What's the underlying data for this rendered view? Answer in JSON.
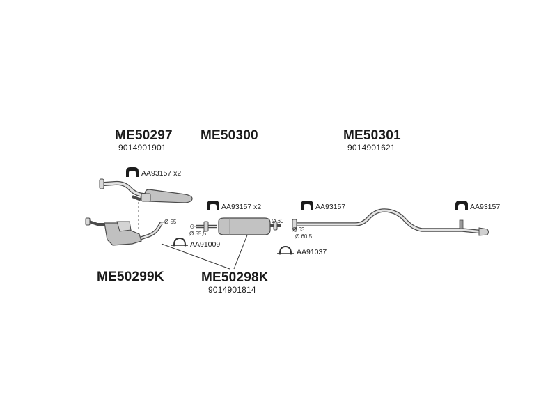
{
  "assemblies": [
    {
      "id": "me50297",
      "code": "ME50297",
      "oe_number": "9014901901"
    },
    {
      "id": "me50300",
      "code": "ME50300",
      "oe_number": ""
    },
    {
      "id": "me50301",
      "code": "ME50301",
      "oe_number": "9014901621"
    },
    {
      "id": "me50299k",
      "code": "ME50299K",
      "oe_number": ""
    },
    {
      "id": "me50298k",
      "code": "ME50298K",
      "oe_number": "9014901814"
    }
  ],
  "parts": {
    "hanger_front": "AA93157 x2",
    "hanger_middle": "AA93157 x2",
    "hanger_rear_1": "AA93157",
    "hanger_rear_2": "AA93157",
    "clamp_front": "AA91009",
    "clamp_rear": "AA91037"
  },
  "diameters": {
    "d_cat_outlet": "Ø 55",
    "d_mid_inlet": "Ø 55,5",
    "d_mid_outlet": "Ø 60",
    "d_rear_inlet_a": "Ø 63",
    "d_rear_inlet_b": "Ø 60,5"
  },
  "colors": {
    "line": "#4a4a4a",
    "pipe_fill": "#d8d8d8",
    "muffler_fill": "#c2c2c2",
    "bracket_fill": "#1c1c1c"
  }
}
